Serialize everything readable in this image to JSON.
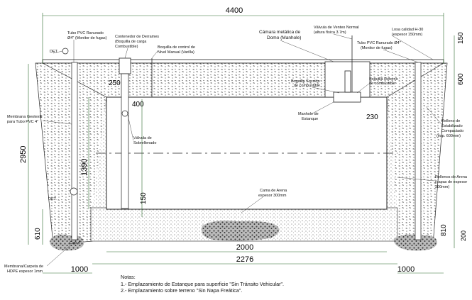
{
  "dimensions": {
    "total_width": "4400",
    "top_slab": "150",
    "slab_depth": "600",
    "total_height": "2950",
    "tank_height": "1390",
    "tube_offset": "250",
    "spacing_400": "400",
    "manhole_230": "230",
    "mid_150": "150",
    "bottom_left": "610",
    "bottom_right": "810",
    "bottom_right_200": "200",
    "tank_inner": "2000",
    "tank_outer": "2276",
    "side_left": "1000",
    "side_right": "1000"
  },
  "labels": {
    "tubo_pvc_left_1": "Tubo PVC Ranurado",
    "tubo_pvc_left_2": "Ø4\" (Monitor de fugas)",
    "contenedor_1": "Contenedor de Derrames",
    "contenedor_2": "(Boquilla de carga",
    "contenedor_3": "Combustible)",
    "boquilla_control_1": "Boquilla de control de",
    "boquilla_control_2": "Nivel Manual (Varilla)",
    "camara_1": "Cámara metálica de",
    "camara_2": "Domo (Manhole)",
    "valvula_venteo_1": "Válvula de Venteo Normal",
    "valvula_venteo_2": "(altura física 3.7m)",
    "losa_1": "Losa calidad H-30",
    "losa_2": "(espesor 150mm)",
    "tubo_pvc_right_1": "Tubo PVC Ranurado Ø4\"",
    "tubo_pvc_right_2": "(Monitor de fugas)",
    "det_top": "DET.",
    "det_mid": "DET.",
    "boquilla_succion_1": "Boquilla Succión",
    "boquilla_succion_2": "de combustible",
    "boquilla_retorno_1": "Boquilla Retorno",
    "boquilla_retorno_2": "de combustible",
    "manhole_1": "Manhole de",
    "manhole_2": "Estanque",
    "membrana_1": "Membrana Geotextil",
    "membrana_2": "para Tubo PVC 4\"",
    "valvula_sobre_1": "Válvula de",
    "valvula_sobre_2": "Sobrellenado",
    "relleno_est_1": "Relleno de",
    "relleno_est_2": "Estabilizado",
    "relleno_est_3": "Compactado",
    "relleno_est_4": "(esp. 600mm)",
    "cama_1": "Cama de Arena",
    "cama_2": "espesor 300mm",
    "rellenos_arena_1": "Rellenos de Arena",
    "rellenos_arena_2": "(capas de espesor",
    "rellenos_arena_3": "300mm)",
    "membrana_carpeta_1": "Membrana/Carpeta de",
    "membrana_carpeta_2": "HDPE espesor 1mm",
    "cap": "Cap 4\""
  },
  "notes": {
    "title": "Notas:",
    "line1": "1.- Emplazamiento de Estanque para superficie \"Sin Tránsito Vehicular\".",
    "line2": "2.- Emplazamiento sobre terreno \"Sin Napa Freática\"."
  },
  "colors": {
    "line": "#1a1a1a",
    "fill_stipple": "#cfcfcf",
    "gravel": "#555555",
    "dim_green": "#2a6b2a"
  }
}
